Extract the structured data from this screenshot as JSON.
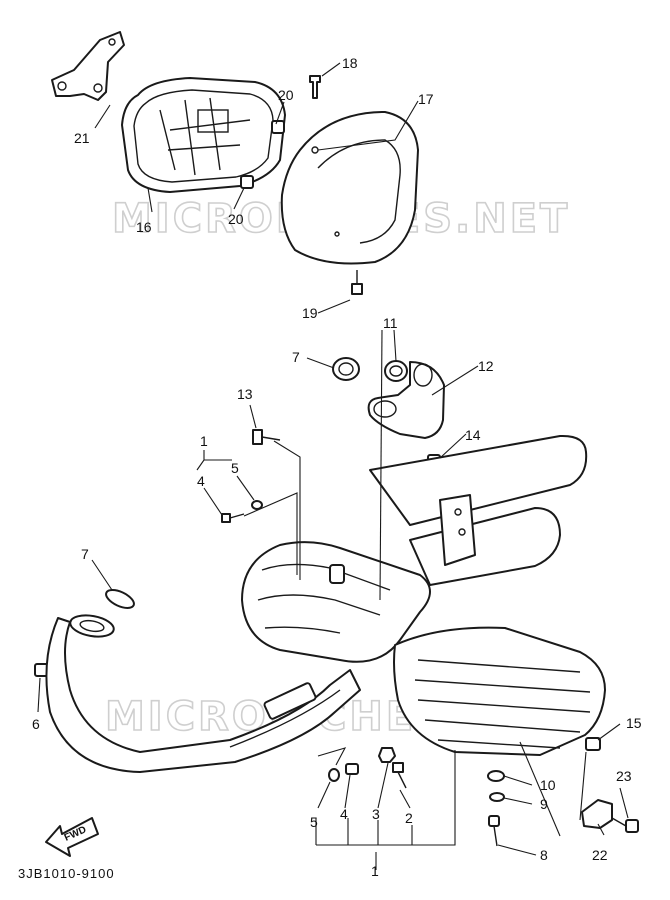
{
  "diagram": {
    "watermark": "MICROFICHES.NET",
    "code": "3JB1010-9100",
    "fwd_label": "FWD",
    "labels": {
      "l1_top": "1",
      "l1_bottom": "1",
      "l2": "2",
      "l3": "3",
      "l4_top": "4",
      "l4_bottom": "4",
      "l5_top": "5",
      "l5_bottom": "5",
      "l6": "6",
      "l7_left": "7",
      "l7_mid": "7",
      "l8": "8",
      "l9": "9",
      "l10": "10",
      "l11": "11",
      "l12": "12",
      "l13": "13",
      "l14": "14",
      "l15": "15",
      "l16": "16",
      "l17": "17",
      "l18": "18",
      "l19": "19",
      "l20_top": "20",
      "l20_bottom": "20",
      "l21": "21",
      "l22": "22",
      "l23": "23"
    }
  }
}
